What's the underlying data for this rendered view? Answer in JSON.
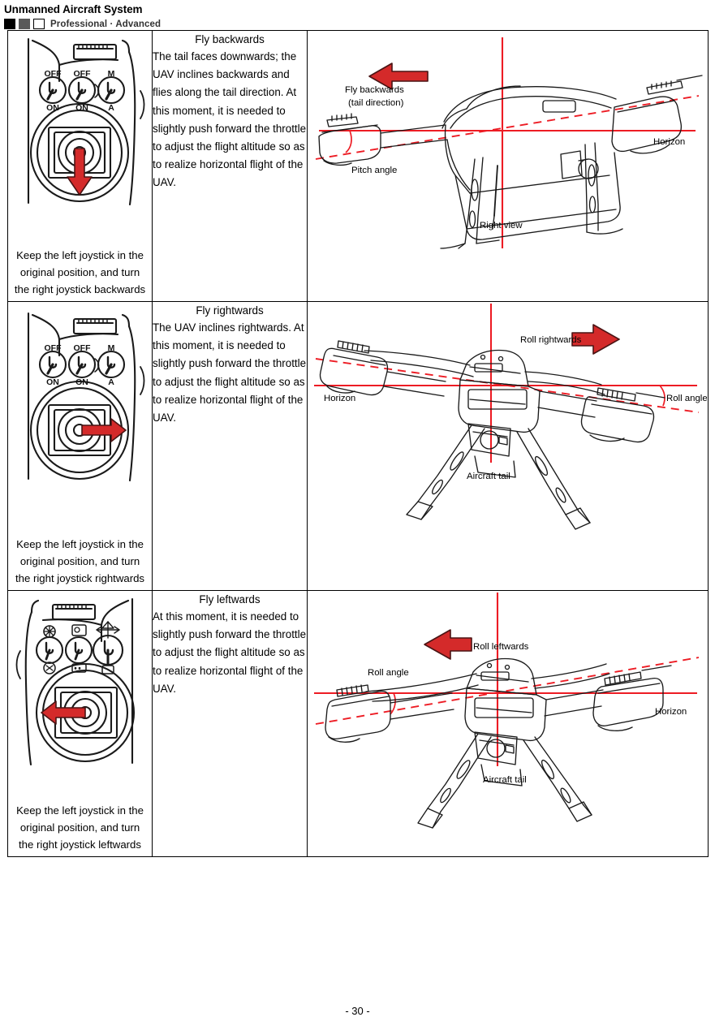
{
  "header": {
    "title": "Unmanned Aircraft System",
    "subtitle": "Professional · Advanced",
    "badges": [
      "filled-black-square",
      "filled-gray-square",
      "outline-square"
    ]
  },
  "colors": {
    "arrow_red": "#D42A2A",
    "arrow_outline": "#4A1414",
    "guide_red": "#ED1C24",
    "line_black": "#1A1A1A",
    "badge_black": "#000000",
    "badge_gray": "#595959"
  },
  "rows": [
    {
      "id": "fly-backwards",
      "controller": {
        "name": "remote-controller-right-stick-backwards",
        "switch_labels": [
          {
            "top": "OFF",
            "bottom": "ON"
          },
          {
            "top": "OFF",
            "bottom": "ON"
          },
          {
            "top": "M",
            "bottom": "A"
          }
        ],
        "stick_arrow": "down"
      },
      "caption": "Keep the left joystick in the original position, and turn the right joystick backwards",
      "heading": "Fly backwards",
      "body": "The tail faces downwards; the UAV inclines backwards and flies along the tail direction. At this moment, it is needed to slightly push forward the throttle to adjust the flight altitude so as to realize horizontal flight of the UAV.",
      "diagram": {
        "view": "right-view",
        "arrow_direction": "left",
        "labels": {
          "arrow_label_line1": "Fly backwards",
          "arrow_label_line2": "(tail direction)",
          "angle_label": "Pitch angle",
          "horizon_label": "Horizon",
          "view_label": "Right view"
        }
      }
    },
    {
      "id": "fly-rightwards",
      "controller": {
        "name": "remote-controller-right-stick-rightwards",
        "switch_labels": [
          {
            "top": "OFF",
            "bottom": "ON"
          },
          {
            "top": "OFF",
            "bottom": "ON"
          },
          {
            "top": "M",
            "bottom": "A"
          }
        ],
        "stick_arrow": "right"
      },
      "caption": "Keep the left joystick in the original position, and turn the right joystick rightwards",
      "heading": "Fly rightwards",
      "body": "The UAV inclines rightwards. At this moment, it is needed to slightly push forward the throttle to adjust the flight altitude so as to realize horizontal flight of the UAV.",
      "diagram": {
        "view": "rear-view",
        "arrow_direction": "right",
        "labels": {
          "arrow_label_line1": "Roll rightwards",
          "arrow_label_line2": "",
          "angle_label": "Roll angle",
          "horizon_label": "Horizon",
          "view_label": "Aircraft tail"
        }
      }
    },
    {
      "id": "fly-leftwards",
      "controller": {
        "name": "remote-controller-right-stick-leftwards",
        "switch_labels": [
          {
            "top": "",
            "bottom": ""
          },
          {
            "top": "",
            "bottom": ""
          },
          {
            "top": "",
            "bottom": ""
          }
        ],
        "stick_arrow": "left"
      },
      "caption": "Keep the left joystick in the original position, and turn the right joystick leftwards",
      "heading": "Fly leftwards",
      "body": "At this moment, it is needed to slightly push forward the throttle to adjust the flight altitude so as to realize horizontal flight of the UAV.",
      "diagram": {
        "view": "rear-view",
        "arrow_direction": "left",
        "labels": {
          "arrow_label_line1": "Roll leftwards",
          "arrow_label_line2": "",
          "angle_label": "Roll angle",
          "horizon_label": "Horizon",
          "view_label": "Aircraft tail"
        }
      }
    }
  ],
  "footer": {
    "page_number": "- 30 -"
  }
}
